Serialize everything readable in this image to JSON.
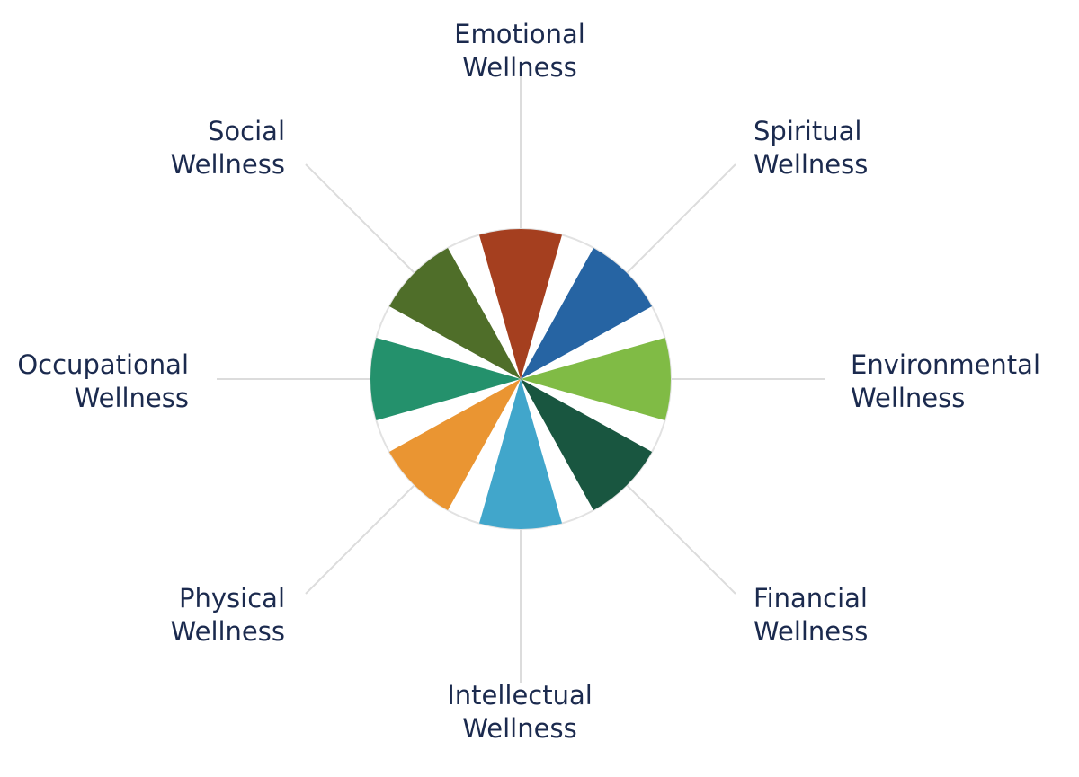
{
  "dimensions": [
    {
      "key": "emotional",
      "line1": "Emotional",
      "line2": "Wellness",
      "color": "#a53f1f"
    },
    {
      "key": "spiritual",
      "line1": "Spiritual",
      "line2": "Wellness",
      "color": "#2664a3"
    },
    {
      "key": "environmental",
      "line1": "Environmental",
      "line2": "Wellness",
      "color": "#80bb45"
    },
    {
      "key": "financial",
      "line1": "Financial",
      "line2": "Wellness",
      "color": "#195640"
    },
    {
      "key": "intellectual",
      "line1": "Intellectual",
      "line2": "Wellness",
      "color": "#41a6cb"
    },
    {
      "key": "physical",
      "line1": "Physical",
      "line2": "Wellness",
      "color": "#ea9532"
    },
    {
      "key": "occupational",
      "line1": "Occupational",
      "line2": "Wellness",
      "color": "#24916c"
    },
    {
      "key": "social",
      "line1": "Social",
      "line2": "Wellness",
      "color": "#4f6e29"
    }
  ]
}
